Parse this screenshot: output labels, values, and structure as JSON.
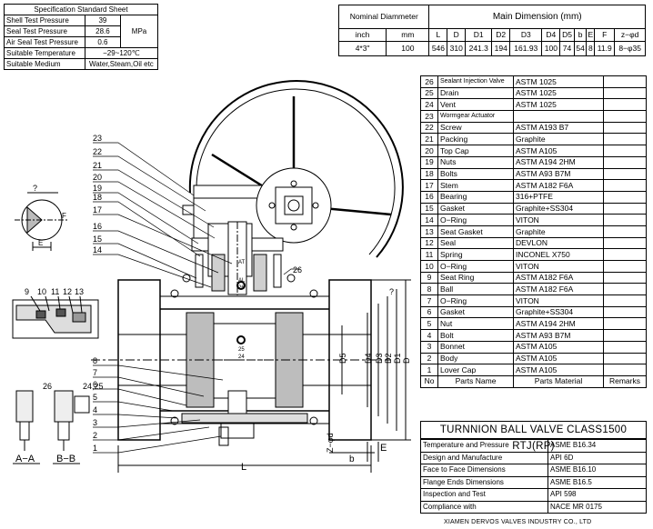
{
  "spec_sheet": {
    "title": "Specification Standard Sheet",
    "rows": [
      {
        "label": "Shell Test Pressure",
        "value": "39"
      },
      {
        "label": "Seal Test Pressure",
        "value": "28.6"
      },
      {
        "label": "Air Seal Test Pressure",
        "value": "0.6"
      },
      {
        "label": "Suitable Temperature",
        "value": "−29~120℃"
      },
      {
        "label": "Suitable  Medium",
        "value": "Water,Steam,Oil etc"
      }
    ],
    "unit": "MPa"
  },
  "dimensions": {
    "nominal_header": "Nominal Diammeter",
    "main_header": "Main Dimension (mm)",
    "unit_inch": "inch",
    "unit_mm": "mm",
    "columns": [
      "L",
      "D",
      "D1",
      "D2",
      "D3",
      "D4",
      "D5",
      "b",
      "E",
      "F",
      "z−φd"
    ],
    "row": {
      "inch": "4*3\"",
      "mm": "100",
      "values": [
        "546",
        "310",
        "241.3",
        "194",
        "161.93",
        "100",
        "74",
        "54",
        "8",
        "11.9",
        "8−φ35"
      ]
    }
  },
  "parts": {
    "header": {
      "no": "No",
      "name": "Parts Name",
      "material": "Parts Material",
      "remarks": "Remarks"
    },
    "items": [
      {
        "no": "26",
        "name": "Sealant Injection Valve",
        "material": "ASTM 1025"
      },
      {
        "no": "25",
        "name": "Drain",
        "material": "ASTM 1025"
      },
      {
        "no": "24",
        "name": "Vent",
        "material": "ASTM 1025"
      },
      {
        "no": "23",
        "name": "Wormgear Actuator",
        "material": ""
      },
      {
        "no": "22",
        "name": "Screw",
        "material": "ASTM A193 B7"
      },
      {
        "no": "21",
        "name": "Packing",
        "material": "Graphite"
      },
      {
        "no": "20",
        "name": "Top Cap",
        "material": "ASTM A105"
      },
      {
        "no": "19",
        "name": "Nuts",
        "material": "ASTM A194 2HM"
      },
      {
        "no": "18",
        "name": "Bolts",
        "material": "ASTM A93 B7M"
      },
      {
        "no": "17",
        "name": "Stem",
        "material": "ASTM A182 F6A"
      },
      {
        "no": "16",
        "name": "Bearing",
        "material": "316+PTFE"
      },
      {
        "no": "15",
        "name": "Gasket",
        "material": "Graphite+SS304"
      },
      {
        "no": "14",
        "name": "O−Ring",
        "material": "VITON"
      },
      {
        "no": "13",
        "name": "Seat Gasket",
        "material": "Graphite"
      },
      {
        "no": "12",
        "name": "Seal",
        "material": "DEVLON"
      },
      {
        "no": "11",
        "name": "Spring",
        "material": "INCONEL X750"
      },
      {
        "no": "10",
        "name": "O−Ring",
        "material": "VITON"
      },
      {
        "no": "9",
        "name": "Seat Ring",
        "material": "ASTM A182 F6A"
      },
      {
        "no": "8",
        "name": "Ball",
        "material": "ASTM A182 F6A"
      },
      {
        "no": "7",
        "name": "O−Ring",
        "material": "VITON"
      },
      {
        "no": "6",
        "name": "Gasket",
        "material": "Graphite+SS304"
      },
      {
        "no": "5",
        "name": "Nut",
        "material": "ASTM A194 2HM"
      },
      {
        "no": "4",
        "name": "Bolt",
        "material": "ASTM A93 B7M"
      },
      {
        "no": "3",
        "name": "Bonnet",
        "material": "ASTM A105"
      },
      {
        "no": "2",
        "name": "Body",
        "material": "ASTM A105"
      },
      {
        "no": "1",
        "name": "Lover Cap",
        "material": "ASTM A105"
      }
    ]
  },
  "title": "TURNNION BALL VALVE CLASS1500 RTJ(RP)",
  "standards": [
    {
      "label": "Temperature and Pressure",
      "value": "ASME B16.34"
    },
    {
      "label": "Design and Manufacture",
      "value": "API 6D"
    },
    {
      "label": "Face to Face Dimensions",
      "value": "ASME B16.10"
    },
    {
      "label": "Flange Ends Dimensions",
      "value": "ASME B16.5"
    },
    {
      "label": "Inspection and Test",
      "value": "API 598"
    },
    {
      "label": "Compliance with",
      "value": "NACE MR 0175"
    }
  ],
  "footer": "XIAMEN DERVOS VALVES INDUSTRY CO., LTD",
  "drawing": {
    "callouts_left": [
      "23",
      "22",
      "21",
      "20",
      "19",
      "18",
      "17",
      "16",
      "15",
      "14"
    ],
    "callouts_bottom": [
      "8",
      "7",
      "6",
      "5",
      "4",
      "3",
      "2",
      "1"
    ],
    "callouts_detail": [
      "9",
      "10",
      "11",
      "12",
      "13"
    ],
    "callout_26": "26",
    "section_aa": "A−A",
    "section_bb": "B−B",
    "sec_26": "26",
    "sec_2425": "24,25",
    "label_L": "L",
    "label_E": "E",
    "label_b": "b",
    "label_zd": "Z−φd",
    "label_q1": "?",
    "label_q2": "?",
    "vlabels": [
      "D5",
      "D4",
      "D3",
      "D2",
      "D1",
      "D"
    ],
    "stem_labels": [
      "AT",
      "AL",
      "26"
    ],
    "ball_labels": [
      "25",
      "24"
    ],
    "dim_F": "F",
    "dim_E": "E"
  }
}
